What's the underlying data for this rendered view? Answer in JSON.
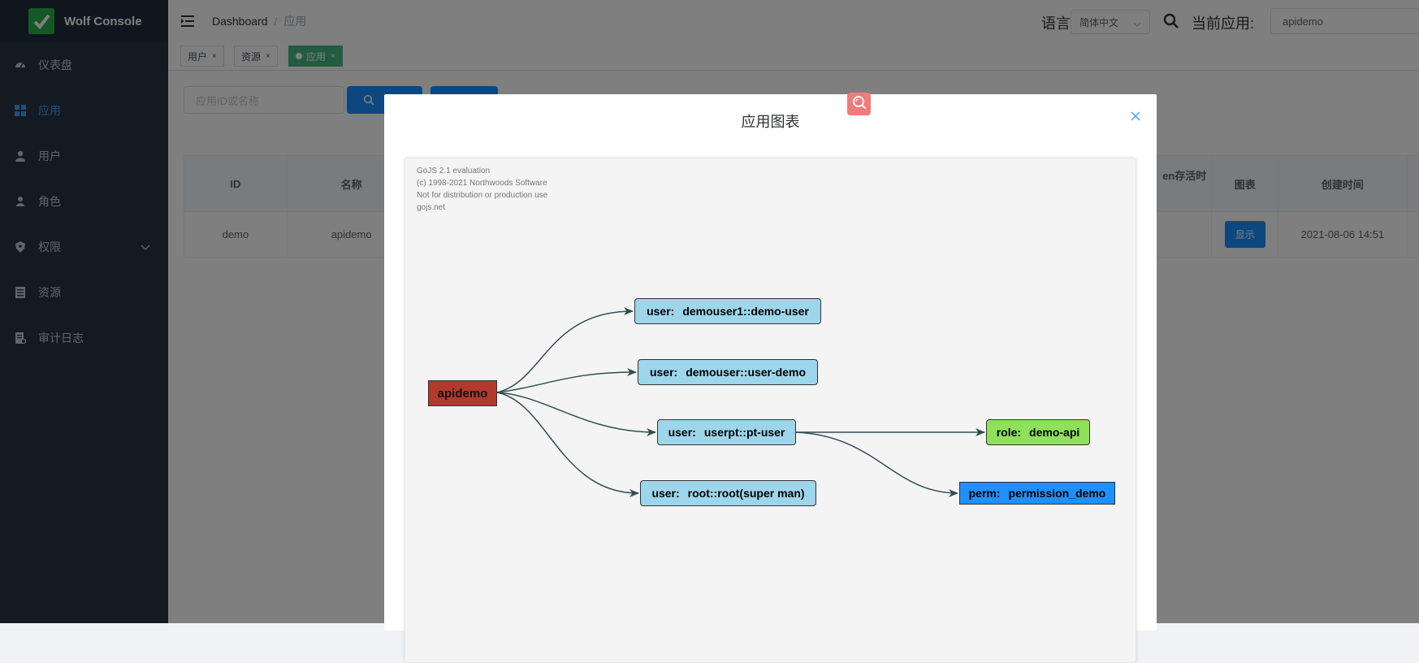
{
  "app": {
    "title": "Wolf Console"
  },
  "sidebar": {
    "items": [
      {
        "label": "仪表盘",
        "icon": "dashboard-icon"
      },
      {
        "label": "应用",
        "icon": "grid-icon",
        "active": true
      },
      {
        "label": "用户",
        "icon": "user-icon"
      },
      {
        "label": "角色",
        "icon": "role-icon"
      },
      {
        "label": "权限",
        "icon": "lock-icon",
        "has_submenu": true
      },
      {
        "label": "资源",
        "icon": "list-icon"
      },
      {
        "label": "审计日志",
        "icon": "audit-icon"
      }
    ]
  },
  "header": {
    "breadcrumb": {
      "home": "Dashboard",
      "separator": "/",
      "current": "应用"
    },
    "language_label": "语言",
    "language_value": "简体中文",
    "current_app_label": "当前应用:",
    "current_app_value": "apidemo"
  },
  "tags": [
    {
      "label": "用户",
      "active": false
    },
    {
      "label": "资源",
      "active": false
    },
    {
      "label": "应用",
      "active": true
    }
  ],
  "main": {
    "search_placeholder": "应用ID或名称",
    "table": {
      "columns": [
        "ID",
        "名称",
        "en存活时",
        "图表",
        "创建时间"
      ],
      "rows": [
        {
          "id": "demo",
          "name": "apidemo",
          "chart_button": "显示",
          "created": "2021-08-06 14:51"
        }
      ]
    }
  },
  "modal": {
    "title": "应用图表",
    "watermark": [
      "GoJS 2.1 evaluation",
      "(c) 1998-2021 Northwoods Software",
      "Not for distribution or production use",
      "gojs.net"
    ],
    "nodes": {
      "app": {
        "label": "apidemo"
      },
      "user1": {
        "kind": "user:",
        "label": "demouser1::demo-user"
      },
      "user2": {
        "kind": "user:",
        "label": "demouser::user-demo"
      },
      "user3": {
        "kind": "user:",
        "label": "userpt::pt-user"
      },
      "user4": {
        "kind": "user:",
        "label": "root::root(super man)"
      },
      "role": {
        "kind": "role:",
        "label": "demo-api"
      },
      "perm": {
        "kind": "perm:",
        "label": "permission_demo"
      }
    }
  },
  "colors": {
    "sidebar_bg": "#263445",
    "accent": "#1890ff",
    "active_tag": "#42b983",
    "app_node": "#b03a2e",
    "user_node": "#9dd5ea",
    "role_node": "#8fe05a",
    "perm_node": "#1e90ff"
  }
}
